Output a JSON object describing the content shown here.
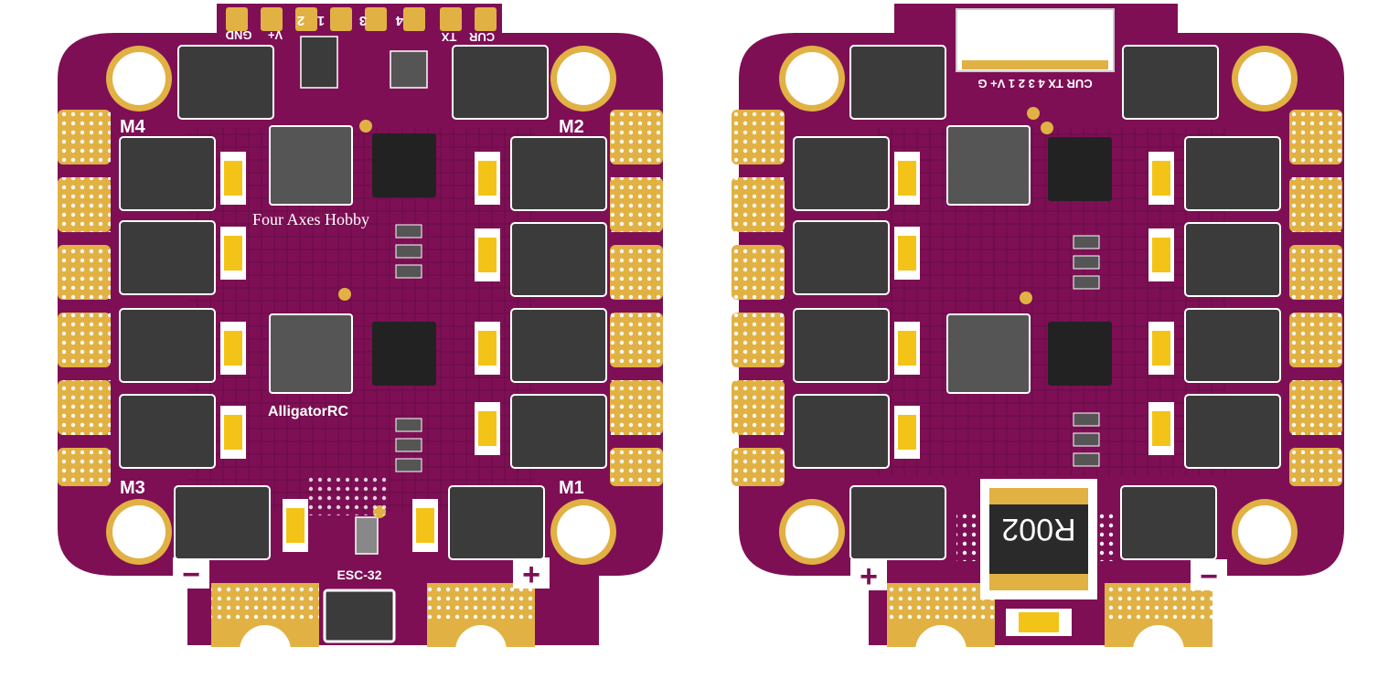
{
  "colors": {
    "pcb": "#7e0f55",
    "pcb_dark": "#5c0a3e",
    "gold": "#e1b144",
    "gold_dark": "#c2922d",
    "chip": "#3b3b3b",
    "chip_dark": "#222222",
    "cap": "#f3c417",
    "silkscreen": "#ffffff"
  },
  "front_board": {
    "top_pads": [
      "GND",
      "V+",
      "2",
      "1",
      "3",
      "4",
      "TX",
      "CUR"
    ],
    "motor_labels": {
      "m4": "M4",
      "m2": "M2",
      "m3": "M3",
      "m1": "M1"
    },
    "brand_1": "Four Axes Hobby",
    "brand_2": "AlligatorRC",
    "product_label": "ESC-32",
    "power_minus": "−",
    "power_plus": "+"
  },
  "back_board": {
    "connector_pins": "CUR TX 4 3 2 1 V+ G",
    "shunt_label": "R002",
    "power_plus": "+",
    "power_minus": "−"
  }
}
